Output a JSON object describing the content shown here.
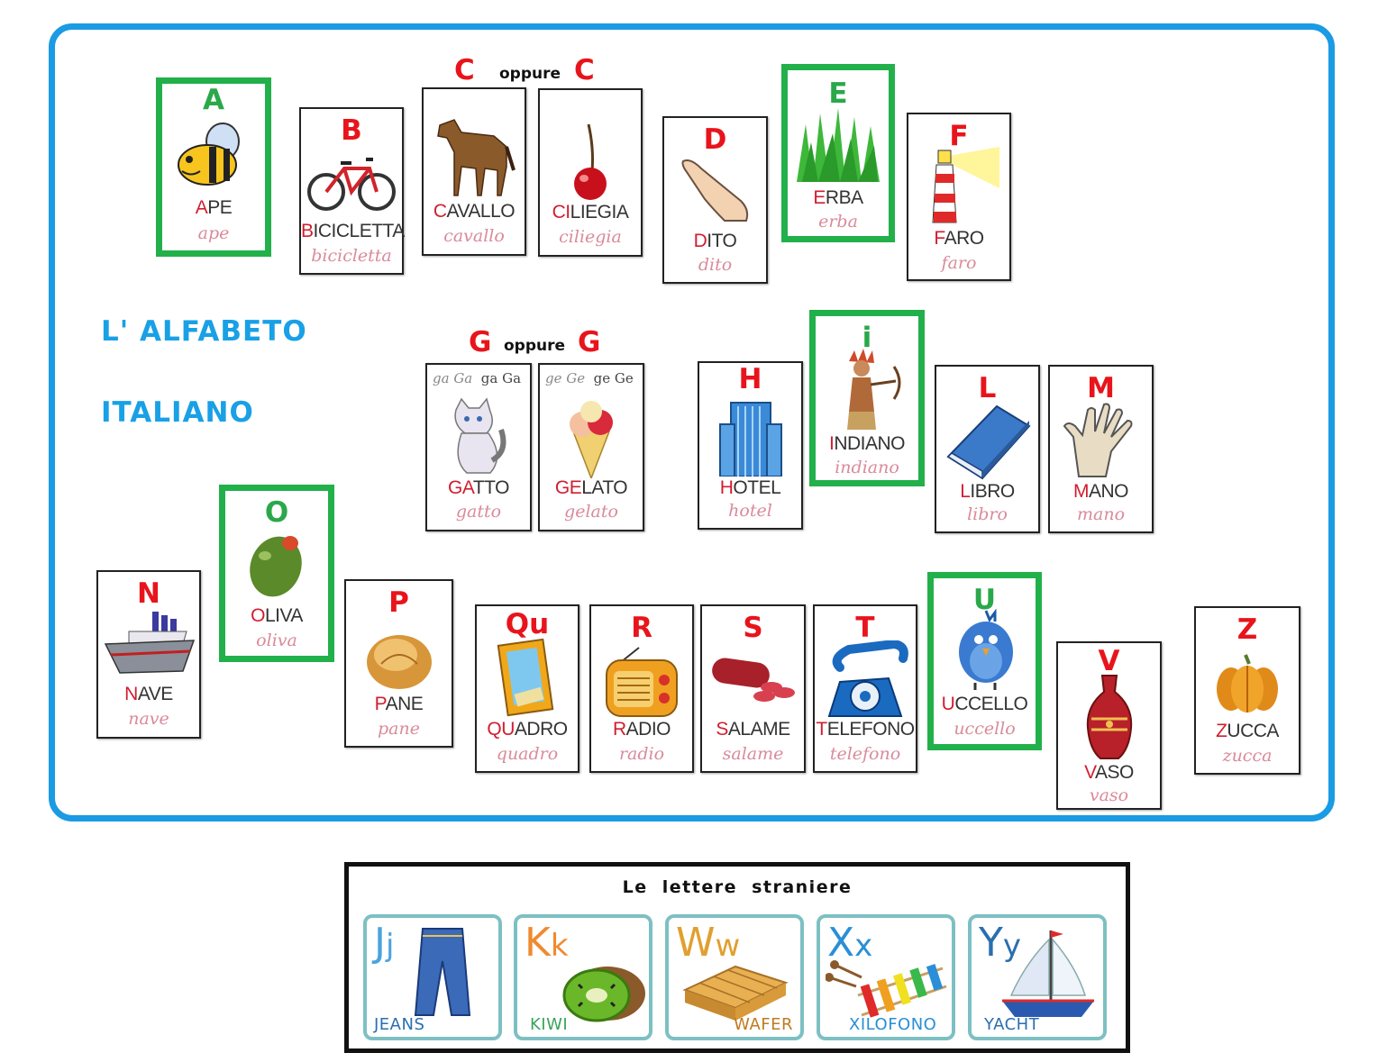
{
  "title": {
    "line1": "L' ALFABETO",
    "line2": "ITALIANO"
  },
  "oppure": "oppure",
  "cards": {
    "a": {
      "letter": "A",
      "first": "A",
      "rest": "PE",
      "script": "ape"
    },
    "b": {
      "letter": "B",
      "first": "B",
      "rest": "ICICLETTA",
      "script": "bicicletta"
    },
    "c1": {
      "first": "C",
      "rest": "AVALLO",
      "script": "cavallo"
    },
    "c2": {
      "first": "CI",
      "rest": "LIEGIA",
      "script": "ciliegia"
    },
    "d": {
      "letter": "D",
      "first": "D",
      "rest": "ITO",
      "script": "dito"
    },
    "e": {
      "letter": "E",
      "first": "E",
      "rest": "RBA",
      "script": "erba"
    },
    "f": {
      "letter": "F",
      "first": "F",
      "rest": "ARO",
      "script": "faro"
    },
    "g1": {
      "first": "GA",
      "rest": "TTO",
      "script": "gatto",
      "syll_script": "ga Ga",
      "syll_print": "ga Ga"
    },
    "g2": {
      "first": "GE",
      "rest": "LATO",
      "script": "gelato",
      "syll_script": "ge Ge",
      "syll_print": "ge Ge"
    },
    "h": {
      "letter": "H",
      "first": "H",
      "rest": "OTEL",
      "script": "hotel"
    },
    "i": {
      "letter": "i",
      "first": "I",
      "rest": "NDIANO",
      "script": "indiano"
    },
    "l": {
      "letter": "L",
      "first": "L",
      "rest": "IBRO",
      "script": "libro"
    },
    "m": {
      "letter": "M",
      "first": "M",
      "rest": "ANO",
      "script": "mano"
    },
    "n": {
      "letter": "N",
      "first": "N",
      "rest": "AVE",
      "script": "nave"
    },
    "o": {
      "letter": "O",
      "first": "O",
      "rest": "LIVA",
      "script": "oliva"
    },
    "p": {
      "letter": "P",
      "first": "P",
      "rest": "ANE",
      "script": "pane"
    },
    "qu": {
      "letter": "Qu",
      "first": "QU",
      "rest": "ADRO",
      "script": "quadro"
    },
    "r": {
      "letter": "R",
      "first": "R",
      "rest": "ADIO",
      "script": "radio"
    },
    "s": {
      "letter": "S",
      "first": "S",
      "rest": "ALAME",
      "script": "salame"
    },
    "t": {
      "letter": "T",
      "first": "T",
      "rest": "ELEFONO",
      "script": "telefono"
    },
    "u": {
      "letter": "U",
      "first": "U",
      "rest": "CCELLO",
      "script": "uccello"
    },
    "v": {
      "letter": "V",
      "first": "V",
      "rest": "ASO",
      "script": "vaso"
    },
    "z": {
      "letter": "Z",
      "first": "Z",
      "rest": "UCCA",
      "script": "zucca"
    }
  },
  "c_letter": "C",
  "g_letter": "G",
  "foreign": {
    "title": "Le lettere straniere",
    "items": [
      {
        "upper": "J",
        "lower": "j",
        "word": "JEANS",
        "color": "#4aa3df",
        "word_color": "#2a6fb0"
      },
      {
        "upper": "K",
        "lower": "k",
        "word": "KIWI",
        "color": "#f08a30",
        "word_color": "#3aa35a"
      },
      {
        "upper": "W",
        "lower": "w",
        "word": "WAFER",
        "color": "#e0a030",
        "word_color": "#c07a20"
      },
      {
        "upper": "X",
        "lower": "x",
        "word": "XILOFONO",
        "color": "#2a8fd6",
        "word_color": "#2a8fd6"
      },
      {
        "upper": "Y",
        "lower": "y",
        "word": "YACHT",
        "color": "#2a6fb0",
        "word_color": "#2a6fb0"
      }
    ]
  },
  "colors": {
    "frame": "#1a9be3",
    "highlight": "#22b04a",
    "letter_red": "#e8141c",
    "letter_green": "#2aa84a",
    "title_blue": "#19a0e6"
  }
}
